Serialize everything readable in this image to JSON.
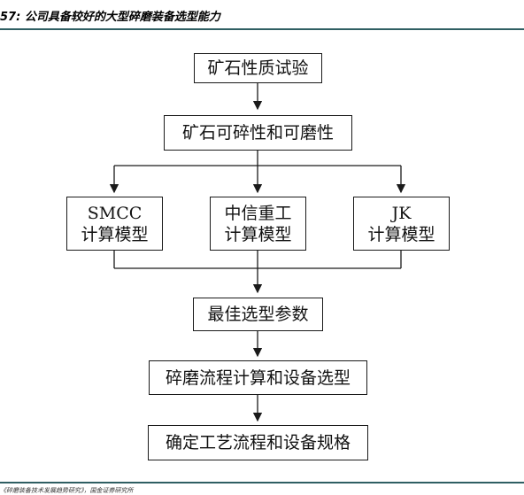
{
  "figure": {
    "caption": "57: 公司具备较好的大型碎磨装备选型能力",
    "source": "《碎磨装备技术发展趋势研究》，国金证券研究所"
  },
  "flow": {
    "step1": "矿石性质试验",
    "step2": "矿石可碎性和可磨性",
    "models": [
      {
        "line1": "SMCC",
        "line2": "计算模型"
      },
      {
        "line1": "中信重工",
        "line2": "计算模型"
      },
      {
        "line1": "JK",
        "line2": "计算模型"
      }
    ],
    "step4": "最佳选型参数",
    "step5": "碎磨流程计算和设备选型",
    "step6": "确定工艺流程和设备规格"
  },
  "colors": {
    "rule": "#2f5f63",
    "stroke": "#1a1a1a"
  }
}
